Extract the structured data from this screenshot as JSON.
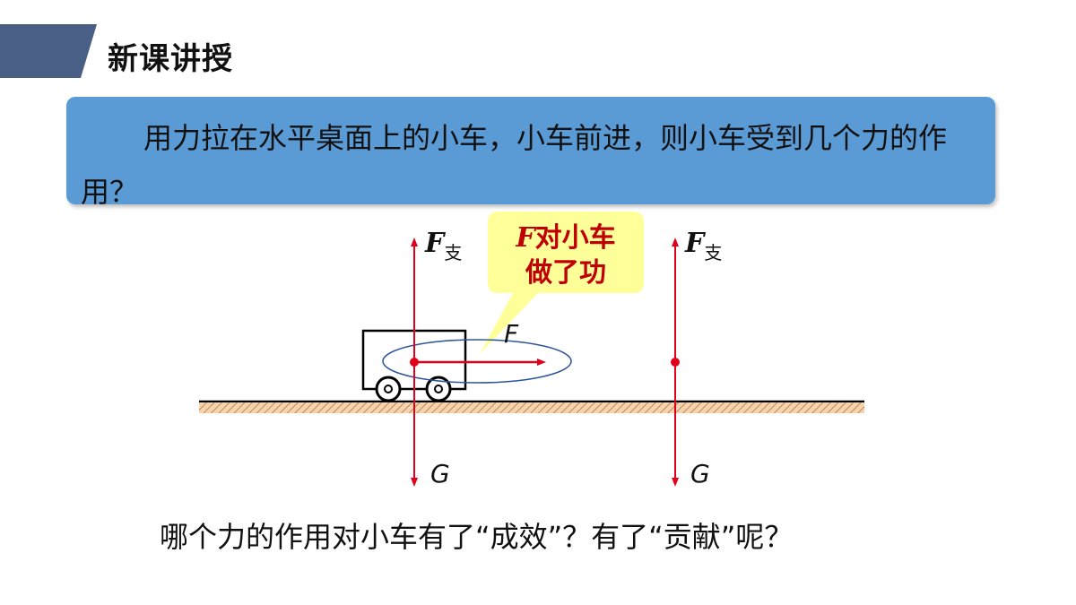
{
  "header": {
    "title": "新课讲授"
  },
  "question": {
    "text": "用力拉在水平桌面上的小车，小车前进，则小车受到几个力的作用？"
  },
  "diagram": {
    "callout": {
      "symbol": "F",
      "line1": "对小车",
      "line2": "做了功"
    },
    "left_forces": {
      "support_symbol": "F",
      "support_subscript": "支",
      "pull_label": "F",
      "gravity_label": "G"
    },
    "right_forces": {
      "support_symbol": "F",
      "support_subscript": "支",
      "gravity_label": "G"
    },
    "colors": {
      "force": "#e0001b",
      "callout_bg": "#ffff99",
      "callout_text": "#c00000",
      "ellipse": "#2e5597",
      "ground": "#c8864b"
    }
  },
  "bottom": {
    "question": "哪个力的作用对小车有了“成效”？有了“贡献”呢？"
  }
}
